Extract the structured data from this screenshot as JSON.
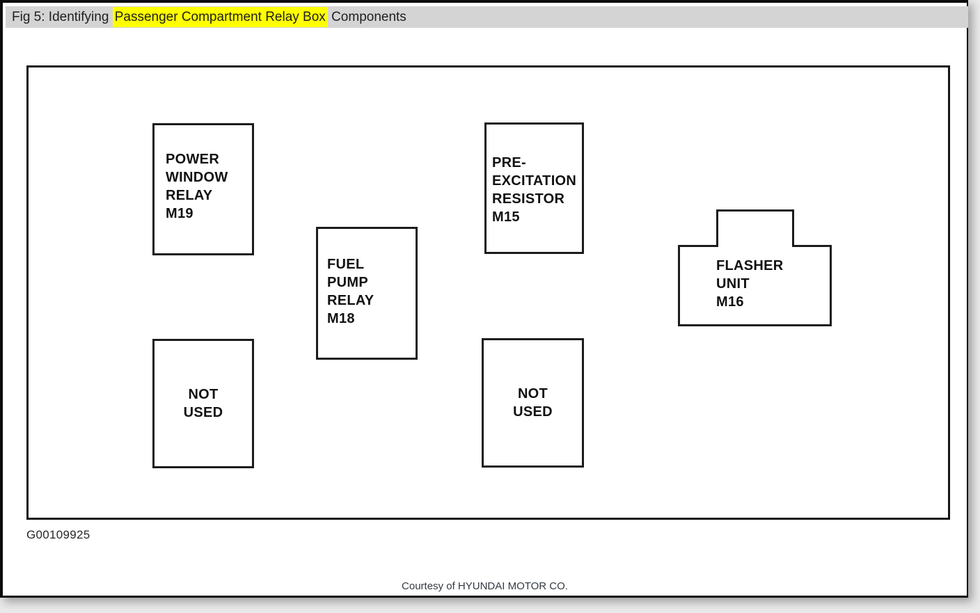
{
  "window": {
    "title": {
      "prefix": "Fig 5: Identifying ",
      "highlight": "Passenger Compartment Relay Box",
      "suffix": " Components"
    }
  },
  "figure": {
    "code": "G00109925",
    "courtesy": "Courtesy of HYUNDAI MOTOR CO.",
    "components": [
      {
        "name": "power-window-relay",
        "lines": [
          "POWER",
          "WINDOW",
          "RELAY",
          "M19"
        ]
      },
      {
        "name": "fuel-pump-relay",
        "lines": [
          "FUEL",
          "PUMP",
          "RELAY",
          "M18"
        ]
      },
      {
        "name": "pre-excitation-resistor",
        "lines": [
          "PRE-",
          "EXCITATION",
          "RESISTOR",
          "M15"
        ]
      },
      {
        "name": "flasher-unit",
        "lines": [
          "FLASHER",
          "UNIT",
          "M16"
        ]
      },
      {
        "name": "not-used-left",
        "lines": [
          "NOT",
          "USED"
        ]
      },
      {
        "name": "not-used-center",
        "lines": [
          "NOT",
          "USED"
        ]
      }
    ]
  },
  "colors": {
    "page_background": "#e9e9e9",
    "panel_background": "#ffffff",
    "panel_border": "#0b0b0b",
    "title_bar": "#d4d4d4",
    "highlight": "#ffff00",
    "diagram_ink": "#1c1c1c",
    "courtesy_text": "#333a42"
  }
}
